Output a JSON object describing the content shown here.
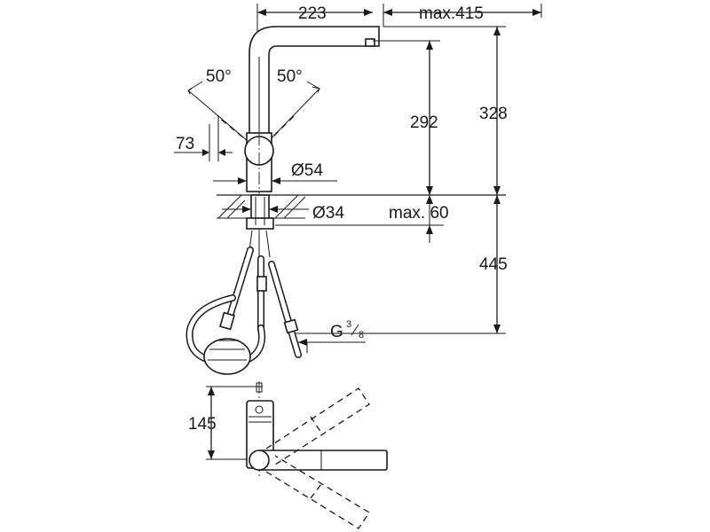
{
  "dimensions": {
    "spout_reach": "223",
    "max_reach": "max.415",
    "angle_left": "50°",
    "angle_right": "50°",
    "height_total": "328",
    "height_spout": "292",
    "lever_height": "73",
    "body_diameter": "Ø54",
    "shank_diameter": "Ø34",
    "max_thickness": "max. 60",
    "under_length": "445",
    "thread": "G",
    "thread_sup": "3",
    "thread_sub": "8",
    "plan_dimension": "145"
  },
  "colors": {
    "line": "#1a1a1a",
    "background": "#ffffff"
  }
}
